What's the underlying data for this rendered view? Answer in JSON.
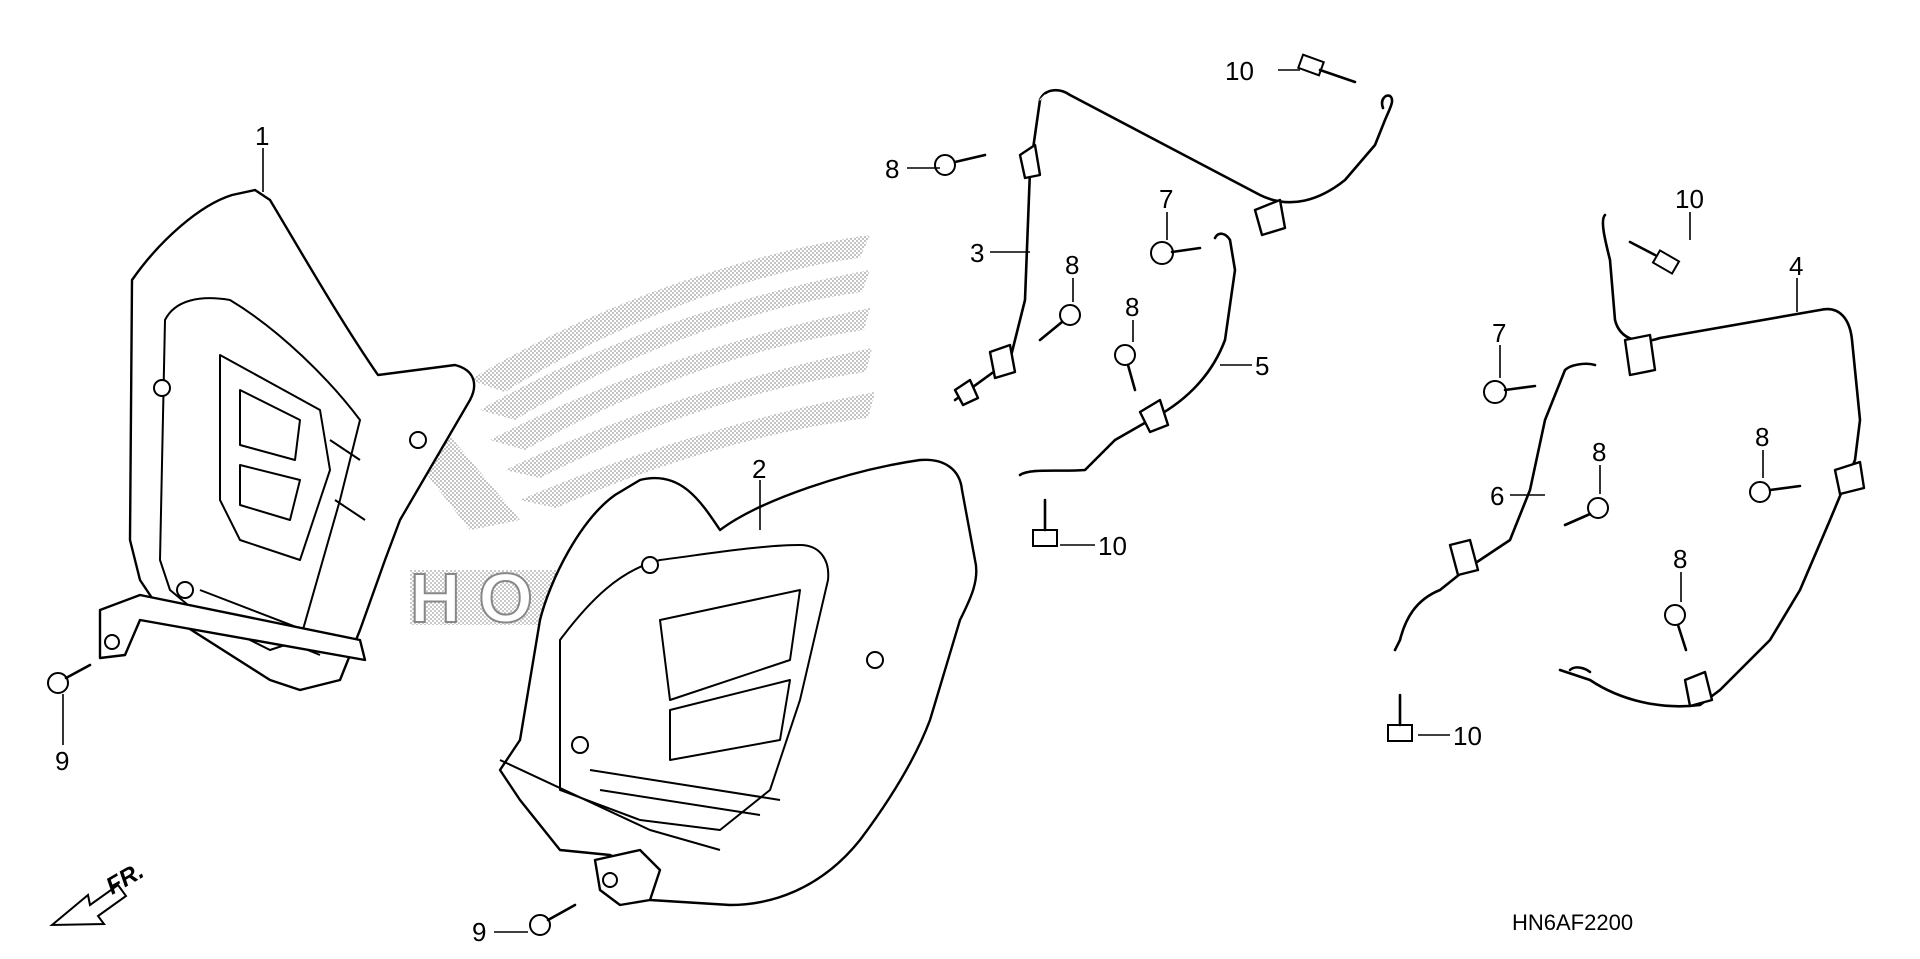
{
  "diagram": {
    "reference_code": "HN6AF2200",
    "front_label": "FR.",
    "watermark_text": "HONDA",
    "callouts": {
      "c1": "1",
      "c2": "2",
      "c3": "3",
      "c4": "4",
      "c5": "5",
      "c6": "6",
      "c7a": "7",
      "c7b": "7",
      "c8a": "8",
      "c8b": "8",
      "c8c": "8",
      "c8d": "8",
      "c8e": "8",
      "c8f": "8",
      "c9a": "9",
      "c9b": "9",
      "c10a": "10",
      "c10b": "10",
      "c10c": "10",
      "c10d": "10"
    },
    "colors": {
      "line": "#000000",
      "background": "#ffffff",
      "watermark": "#b0b0b0"
    }
  }
}
